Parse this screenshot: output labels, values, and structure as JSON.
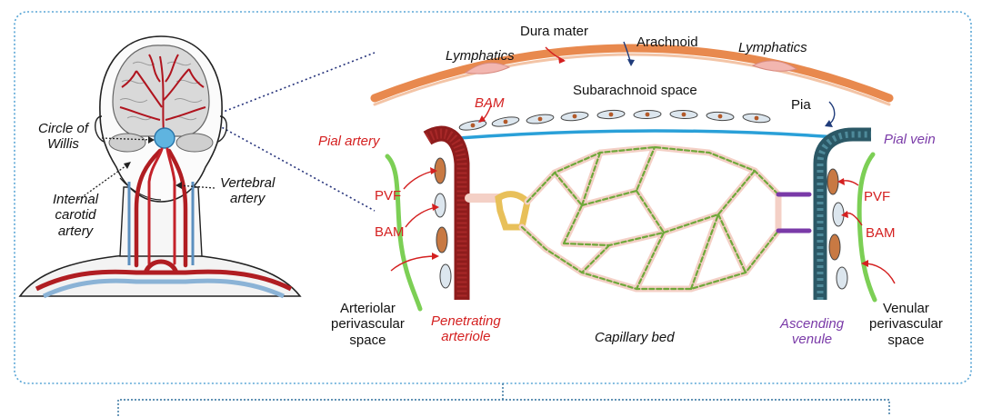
{
  "head_panel": {
    "circle_of_willis": [
      "Circle of",
      "Willis"
    ],
    "vertebral_artery": [
      "Vertebral",
      "artery"
    ],
    "internal_carotid_artery": [
      "Internal",
      "carotid",
      "artery"
    ]
  },
  "meninges": {
    "dura_mater": "Dura mater",
    "arachnoid": "Arachnoid",
    "lymphatics_left": "Lymphatics",
    "lymphatics_right": "Lymphatics",
    "subarachnoid_space": "Subarachnoid space",
    "bam_top": "BAM",
    "pia": "Pia"
  },
  "vessels": {
    "pial_artery": "Pial artery",
    "pial_vein": "Pial vein",
    "pvf_left": "PVF",
    "bam_left": "BAM",
    "pvf_right": "PVF",
    "bam_right": "BAM",
    "arteriolar_perivascular_space": [
      "Arteriolar",
      "perivascular",
      "space"
    ],
    "penetrating_arteriole": [
      "Penetrating",
      "arteriole"
    ],
    "capillary_bed": "Capillary bed",
    "ascending_venule": [
      "Ascending",
      "venule"
    ],
    "venular_perivascular_space": [
      "Venular",
      "perivascular",
      "space"
    ]
  },
  "colors": {
    "frame": "#5aa6d6",
    "red_label": "#d42020",
    "purple_label": "#7a3aa8",
    "dura": "#e8894e",
    "pia": "#2aa0d8",
    "artery": "#8e1c1c",
    "capillary_green": "#6fa83a",
    "vein": "#2b5866"
  }
}
